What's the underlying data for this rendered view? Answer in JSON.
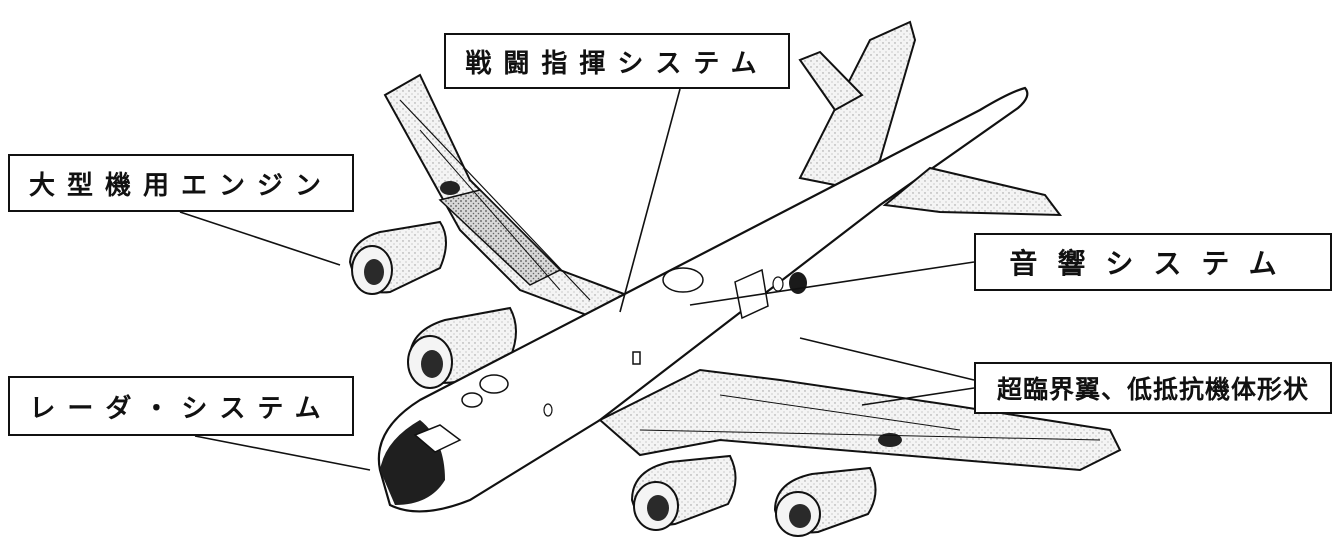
{
  "labels": {
    "combat_command": "戦闘指揮システム",
    "large_engine": "大型機用エンジン",
    "acoustic": "音響システム",
    "wing_body": "超臨界翼、低抵抗機体形状",
    "radar": "レーダ・システム"
  },
  "colors": {
    "line": "#111111",
    "fill_light": "#f3f3f3",
    "fill_shade": "#c9c9c9",
    "fill_dark": "#3a3a3a"
  }
}
